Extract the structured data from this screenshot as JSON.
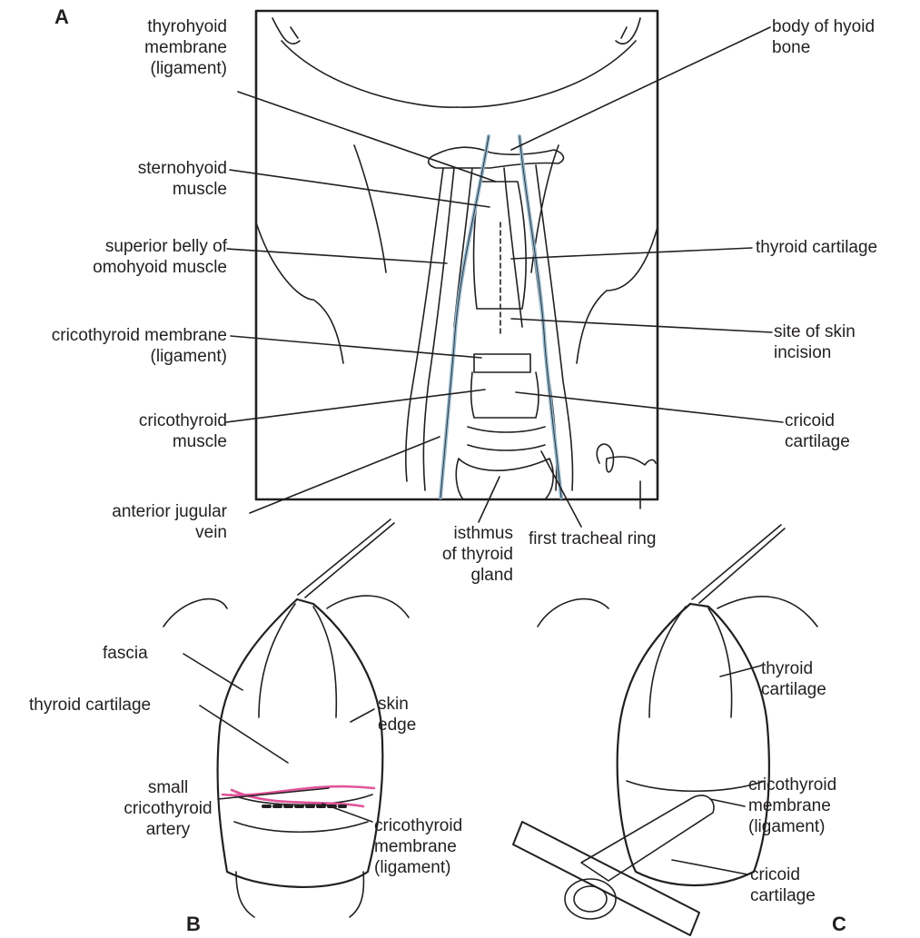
{
  "panels": {
    "a": "A",
    "b": "B",
    "c": "C"
  },
  "colors": {
    "vein": "#8fb4cc",
    "artery": "#e0559a",
    "ink": "#231f20"
  },
  "labels_a": {
    "thyrohyoid": "thyrohyoid\nmembrane\n(ligament)",
    "sternohyoid": "sternohyoid\nmuscle",
    "omohyoid": "superior belly of\nomohyoid muscle",
    "cricothyroid_membrane": "cricothyroid membrane\n(ligament)",
    "cricothyroid_muscle": "cricothyroid\nmuscle",
    "jugular_vein": "anterior jugular\nvein",
    "hyoid": "body of hyoid\nbone",
    "thyroid_cartilage": "thyroid cartilage",
    "skin_incision": "site of skin\nincision",
    "cricoid": "cricoid\ncartilage",
    "isthmus": "isthmus\nof thyroid\ngland",
    "tracheal_ring": "first tracheal ring"
  },
  "labels_b": {
    "fascia": "fascia",
    "thyroid_cartilage": "thyroid cartilage",
    "skin_edge": "skin\nedge",
    "artery": "small\ncricothyroid\nartery",
    "membrane": "cricothyroid\nmembrane\n(ligament)"
  },
  "labels_c": {
    "thyroid_cartilage": "thyroid\ncartilage",
    "membrane": "cricothyroid\nmembrane\n(ligament)",
    "cricoid": "cricoid\ncartilage"
  }
}
